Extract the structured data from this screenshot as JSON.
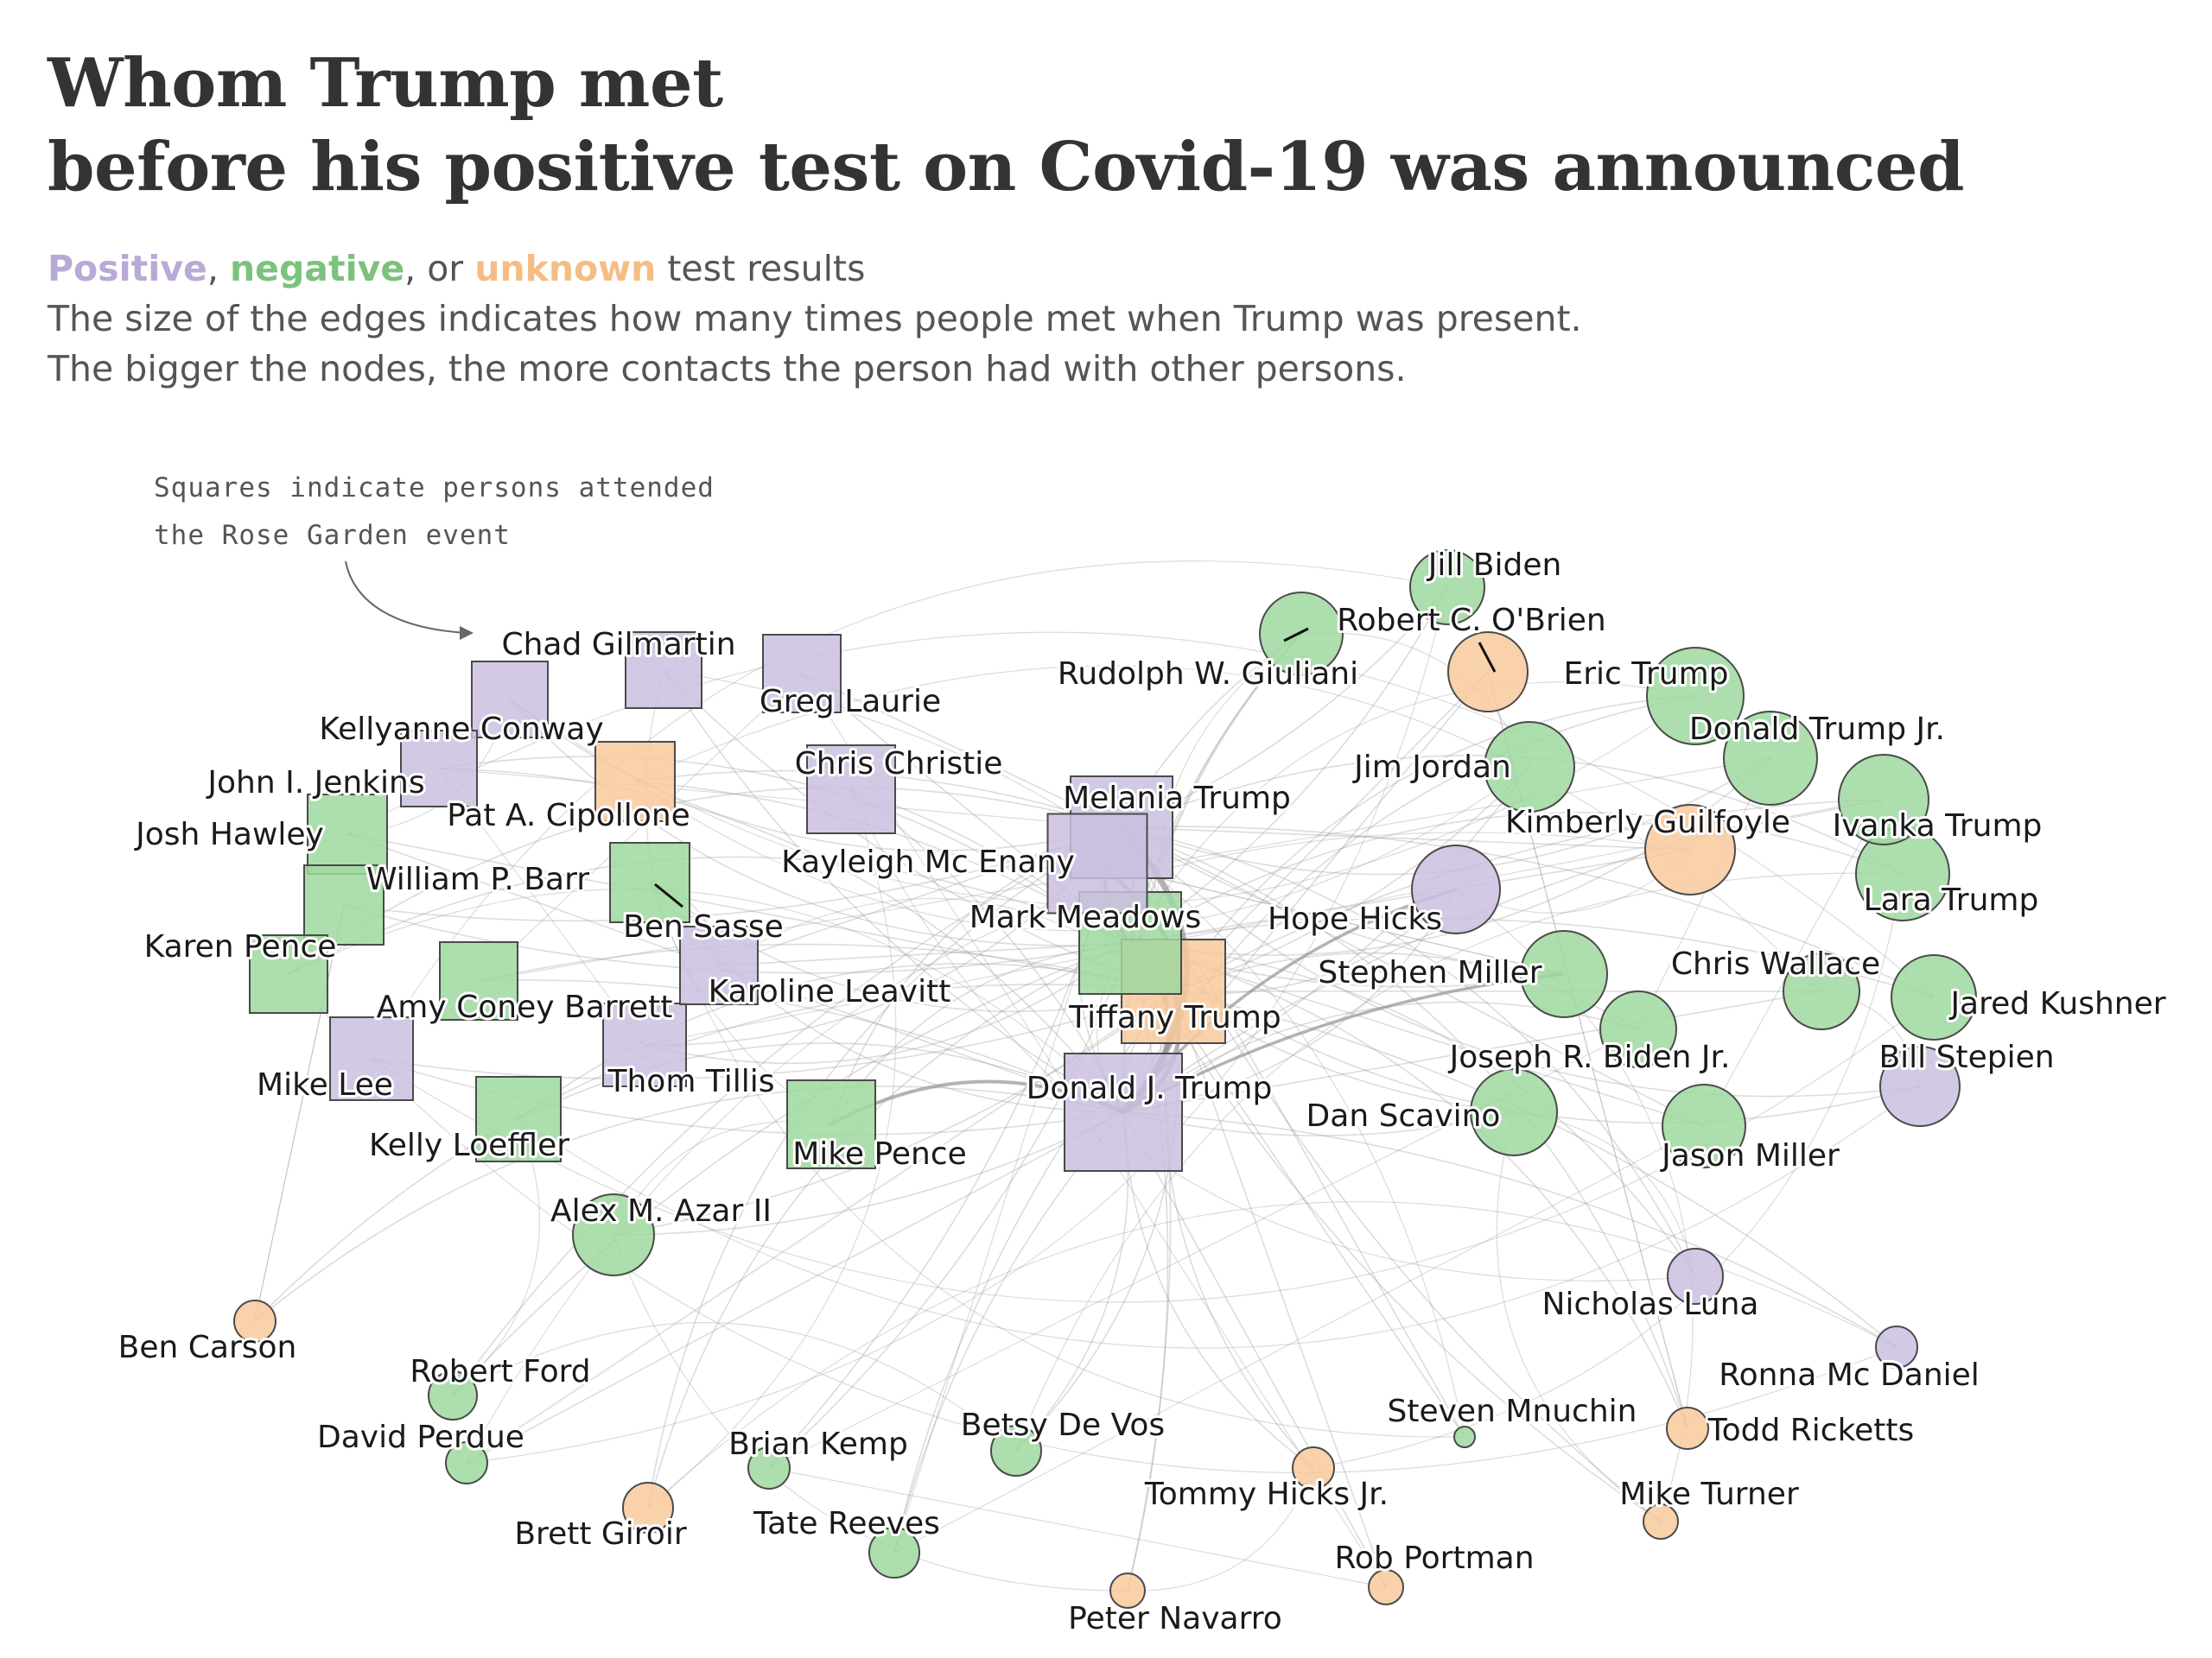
{
  "title_line1": "Whom Trump met",
  "title_line2": "before his positive test on Covid-19 was announced",
  "legend": {
    "positive": "Positive",
    "sep1": ", ",
    "negative": "negative",
    "sep2": ", or ",
    "unknown": "unknown",
    "suffix": " test results",
    "edges_note": "The size of the edges indicates how many times people met when Trump was present.",
    "nodes_note": "The bigger the nodes, the more contacts the person had with other persons."
  },
  "annotation": {
    "line1": "Squares indicate persons attended",
    "line2": "the Rose Garden event"
  },
  "colors": {
    "positive": "#cbbfe1",
    "negative": "#9fd89f",
    "unknown": "#f8c99c",
    "node_stroke": "#4a4a4a",
    "edge": "#9a9a9a"
  },
  "nodes": [
    {
      "name": "Donald J. Trump",
      "status": "positive",
      "shape": "square"
    },
    {
      "name": "Melania Trump",
      "status": "positive",
      "shape": "square"
    },
    {
      "name": "Tiffany Trump",
      "status": "unknown",
      "shape": "square"
    },
    {
      "name": "Mark Meadows",
      "status": "negative",
      "shape": "square"
    },
    {
      "name": "Kayleigh Mc Enany",
      "status": "positive",
      "shape": "square"
    },
    {
      "name": "Mike Pence",
      "status": "negative",
      "shape": "square"
    },
    {
      "name": "Chris Christie",
      "status": "positive",
      "shape": "square"
    },
    {
      "name": "Greg Laurie",
      "status": "positive",
      "shape": "square"
    },
    {
      "name": "Chad Gilmartin",
      "status": "positive",
      "shape": "square"
    },
    {
      "name": "Kellyanne Conway",
      "status": "positive",
      "shape": "square"
    },
    {
      "name": "John I. Jenkins",
      "status": "positive",
      "shape": "square"
    },
    {
      "name": "Pat A. Cipollone",
      "status": "unknown",
      "shape": "square"
    },
    {
      "name": "Josh Hawley",
      "status": "negative",
      "shape": "square"
    },
    {
      "name": "William P. Barr",
      "status": "negative",
      "shape": "square"
    },
    {
      "name": "Ben Sasse",
      "status": "negative",
      "shape": "square"
    },
    {
      "name": "Karen Pence",
      "status": "negative",
      "shape": "square"
    },
    {
      "name": "Amy Coney Barrett",
      "status": "negative",
      "shape": "square"
    },
    {
      "name": "Karoline Leavitt",
      "status": "positive",
      "shape": "square"
    },
    {
      "name": "Mike Lee",
      "status": "positive",
      "shape": "square"
    },
    {
      "name": "Thom Tillis",
      "status": "positive",
      "shape": "square"
    },
    {
      "name": "Kelly Loeffler",
      "status": "negative",
      "shape": "square"
    },
    {
      "name": "Jill Biden",
      "status": "negative",
      "shape": "circle"
    },
    {
      "name": "Robert C. O'Brien",
      "status": "unknown",
      "shape": "circle"
    },
    {
      "name": "Rudolph W. Giuliani",
      "status": "negative",
      "shape": "circle"
    },
    {
      "name": "Eric Trump",
      "status": "negative",
      "shape": "circle"
    },
    {
      "name": "Donald Trump Jr.",
      "status": "negative",
      "shape": "circle"
    },
    {
      "name": "Jim Jordan",
      "status": "negative",
      "shape": "circle"
    },
    {
      "name": "Kimberly Guilfoyle",
      "status": "unknown",
      "shape": "circle"
    },
    {
      "name": "Ivanka Trump",
      "status": "negative",
      "shape": "circle"
    },
    {
      "name": "Lara Trump",
      "status": "negative",
      "shape": "circle"
    },
    {
      "name": "Hope Hicks",
      "status": "positive",
      "shape": "circle"
    },
    {
      "name": "Stephen Miller",
      "status": "negative",
      "shape": "circle"
    },
    {
      "name": "Chris Wallace",
      "status": "negative",
      "shape": "circle"
    },
    {
      "name": "Jared Kushner",
      "status": "negative",
      "shape": "circle"
    },
    {
      "name": "Joseph R. Biden Jr.",
      "status": "negative",
      "shape": "circle"
    },
    {
      "name": "Bill Stepien",
      "status": "positive",
      "shape": "circle"
    },
    {
      "name": "Dan Scavino",
      "status": "negative",
      "shape": "circle"
    },
    {
      "name": "Jason Miller",
      "status": "negative",
      "shape": "circle"
    },
    {
      "name": "Alex M. Azar II",
      "status": "negative",
      "shape": "circle"
    },
    {
      "name": "Nicholas Luna",
      "status": "positive",
      "shape": "circle"
    },
    {
      "name": "Ben Carson",
      "status": "unknown",
      "shape": "circle"
    },
    {
      "name": "Robert Ford",
      "status": "negative",
      "shape": "circle"
    },
    {
      "name": "David Perdue",
      "status": "negative",
      "shape": "circle"
    },
    {
      "name": "Brian Kemp",
      "status": "negative",
      "shape": "circle"
    },
    {
      "name": "Betsy De Vos",
      "status": "negative",
      "shape": "circle"
    },
    {
      "name": "Brett Giroir",
      "status": "unknown",
      "shape": "circle"
    },
    {
      "name": "Tate Reeves",
      "status": "negative",
      "shape": "circle"
    },
    {
      "name": "Steven Mnuchin",
      "status": "negative",
      "shape": "circle"
    },
    {
      "name": "Ronna Mc Daniel",
      "status": "positive",
      "shape": "circle"
    },
    {
      "name": "Todd Ricketts",
      "status": "unknown",
      "shape": "circle"
    },
    {
      "name": "Tommy Hicks Jr.",
      "status": "unknown",
      "shape": "circle"
    },
    {
      "name": "Mike Turner",
      "status": "unknown",
      "shape": "circle"
    },
    {
      "name": "Rob Portman",
      "status": "unknown",
      "shape": "circle"
    },
    {
      "name": "Peter Navarro",
      "status": "unknown",
      "shape": "circle"
    }
  ]
}
